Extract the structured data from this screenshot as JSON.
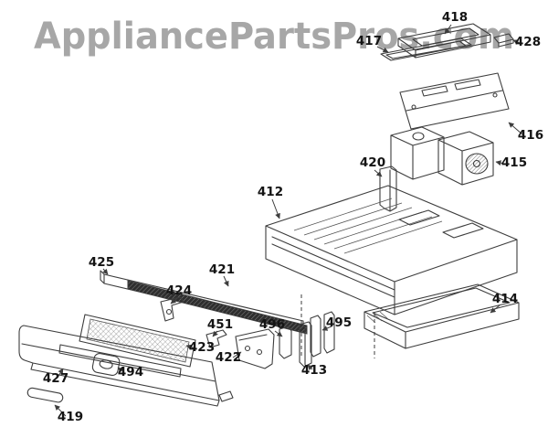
{
  "watermark": {
    "text": "AppliancePartsPros.com"
  },
  "colors": {
    "watermark": "#9e9e9e",
    "line": "#3d3d3d",
    "label": "#141414",
    "background": "#ffffff"
  },
  "diagram": {
    "parts": [
      {
        "label": "418"
      },
      {
        "label": "417"
      },
      {
        "label": "428"
      },
      {
        "label": "416"
      },
      {
        "label": "415"
      },
      {
        "label": "420"
      },
      {
        "label": "412"
      },
      {
        "label": "414"
      },
      {
        "label": "425"
      },
      {
        "label": "421"
      },
      {
        "label": "424"
      },
      {
        "label": "451"
      },
      {
        "label": "496"
      },
      {
        "label": "495"
      },
      {
        "label": "423"
      },
      {
        "label": "422"
      },
      {
        "label": "413"
      },
      {
        "label": "427"
      },
      {
        "label": "494"
      },
      {
        "label": "419"
      }
    ]
  }
}
